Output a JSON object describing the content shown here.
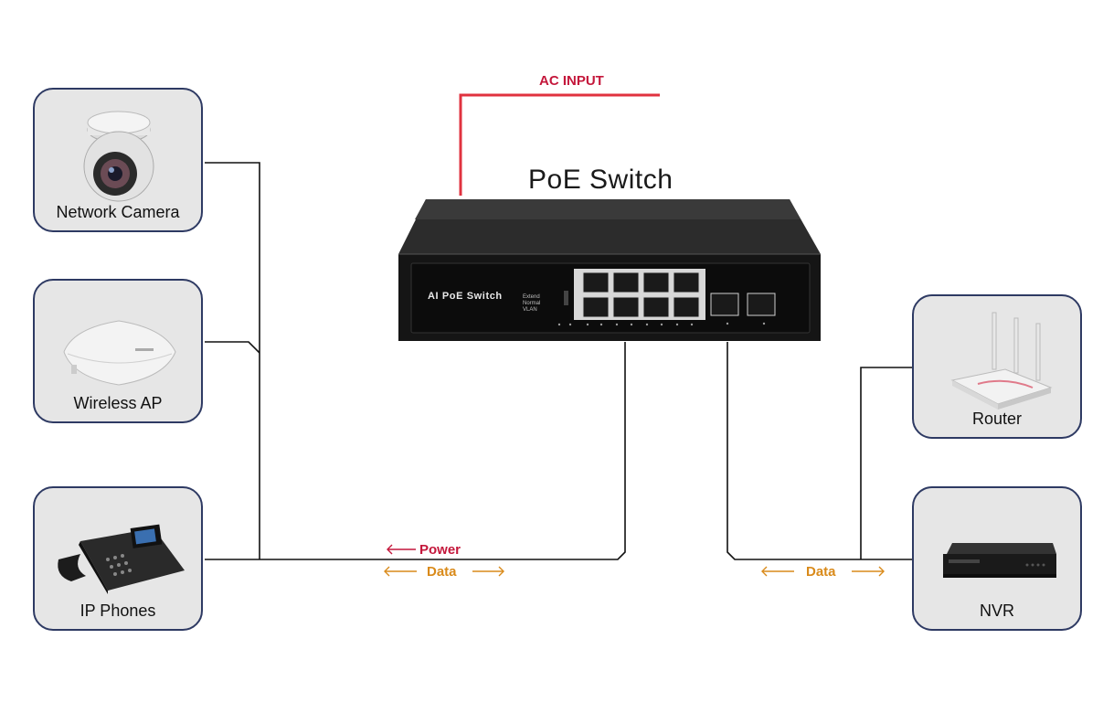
{
  "title": "PoE Switch",
  "ac_input": "AC INPUT",
  "switch": {
    "brand_text": "AI PoE Switch",
    "modes": [
      "Extend",
      "Normal",
      "VLAN"
    ]
  },
  "devices": {
    "camera": "Network Camera",
    "ap": "Wireless AP",
    "phone": "IP Phones",
    "router": "Router",
    "nvr": "NVR"
  },
  "flows": {
    "power": "Power",
    "data_left": "Data",
    "data_right": "Data"
  },
  "colors": {
    "box_border": "#2e3a63",
    "box_fill": "#e6e6e6",
    "ac_line": "#e0323f",
    "power_text": "#c4173b",
    "data_arrow": "#d98a1a",
    "wire": "#111111"
  }
}
